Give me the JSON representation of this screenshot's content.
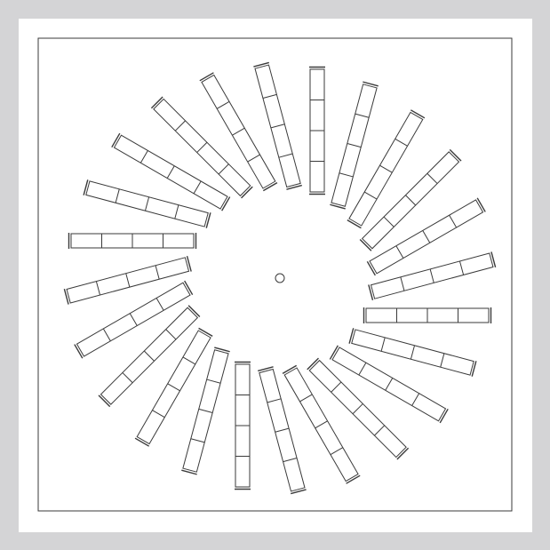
{
  "diagram": {
    "type": "swirl-diffuser",
    "blade_count": 24,
    "segments_per_blade": 4,
    "has_center_hub": true,
    "colors": {
      "background": "#d4d4d6",
      "panel": "#ffffff",
      "stroke": "#3a3a3a"
    }
  }
}
